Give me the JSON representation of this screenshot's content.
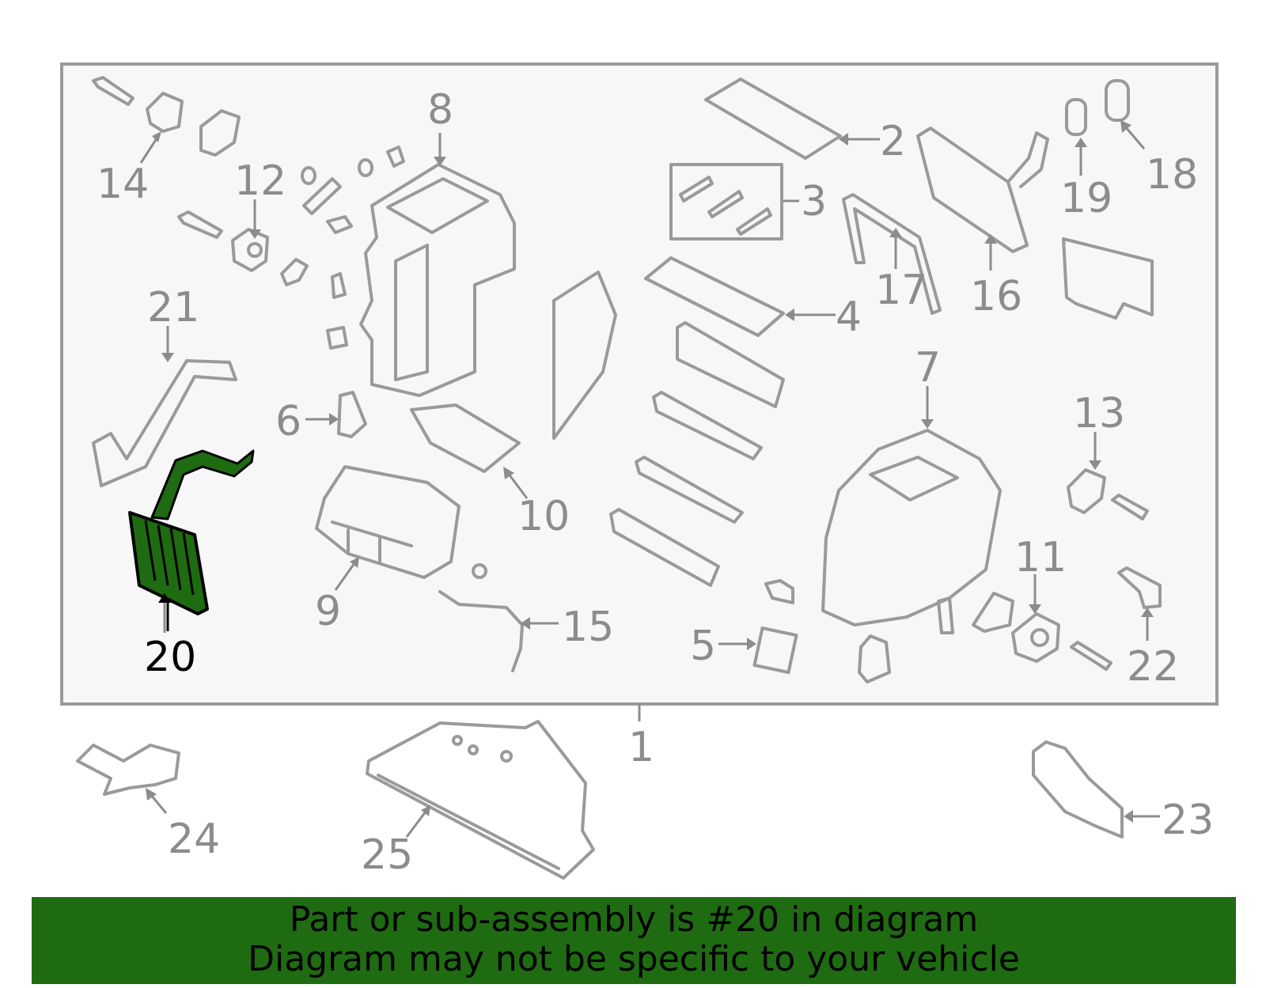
{
  "diagram": {
    "callouts": {
      "c1": "1",
      "c2": "2",
      "c3": "3",
      "c4": "4",
      "c5": "5",
      "c6": "6",
      "c7": "7",
      "c8": "8",
      "c9": "9",
      "c10": "10",
      "c11": "11",
      "c12": "12",
      "c13": "13",
      "c14": "14",
      "c15": "15",
      "c16": "16",
      "c17": "17",
      "c18": "18",
      "c19": "19",
      "c20": "20",
      "c21": "21",
      "c22": "22",
      "c23": "23",
      "c24": "24",
      "c25": "25"
    },
    "highlighted_part": "20",
    "colors": {
      "highlight": "#1f6b12",
      "line": "#9a9a9a",
      "panel_background": "#f7f7f7"
    }
  },
  "banner": {
    "line1": "Part or sub-assembly is #20 in diagram",
    "line2": "Diagram may not be specific to your vehicle"
  }
}
